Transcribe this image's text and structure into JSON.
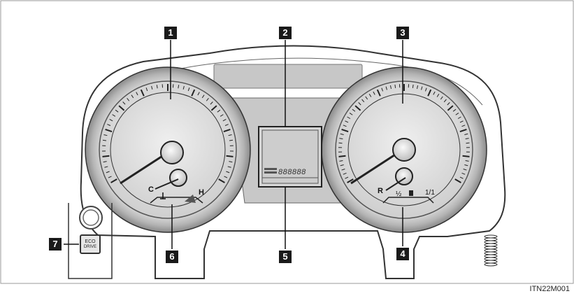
{
  "callouts": {
    "c1": "1",
    "c2": "2",
    "c3": "3",
    "c4": "4",
    "c5": "5",
    "c6": "6",
    "c7": "7"
  },
  "temp_gauge": {
    "cold": "C",
    "hot": "H"
  },
  "fuel_gauge": {
    "empty": "R",
    "half": "½",
    "full": "1/1"
  },
  "odometer": {
    "value": "888888"
  },
  "eco_button": {
    "line1": "ECO",
    "line2": "DRIVE"
  },
  "figure_code": "ITN22M001"
}
